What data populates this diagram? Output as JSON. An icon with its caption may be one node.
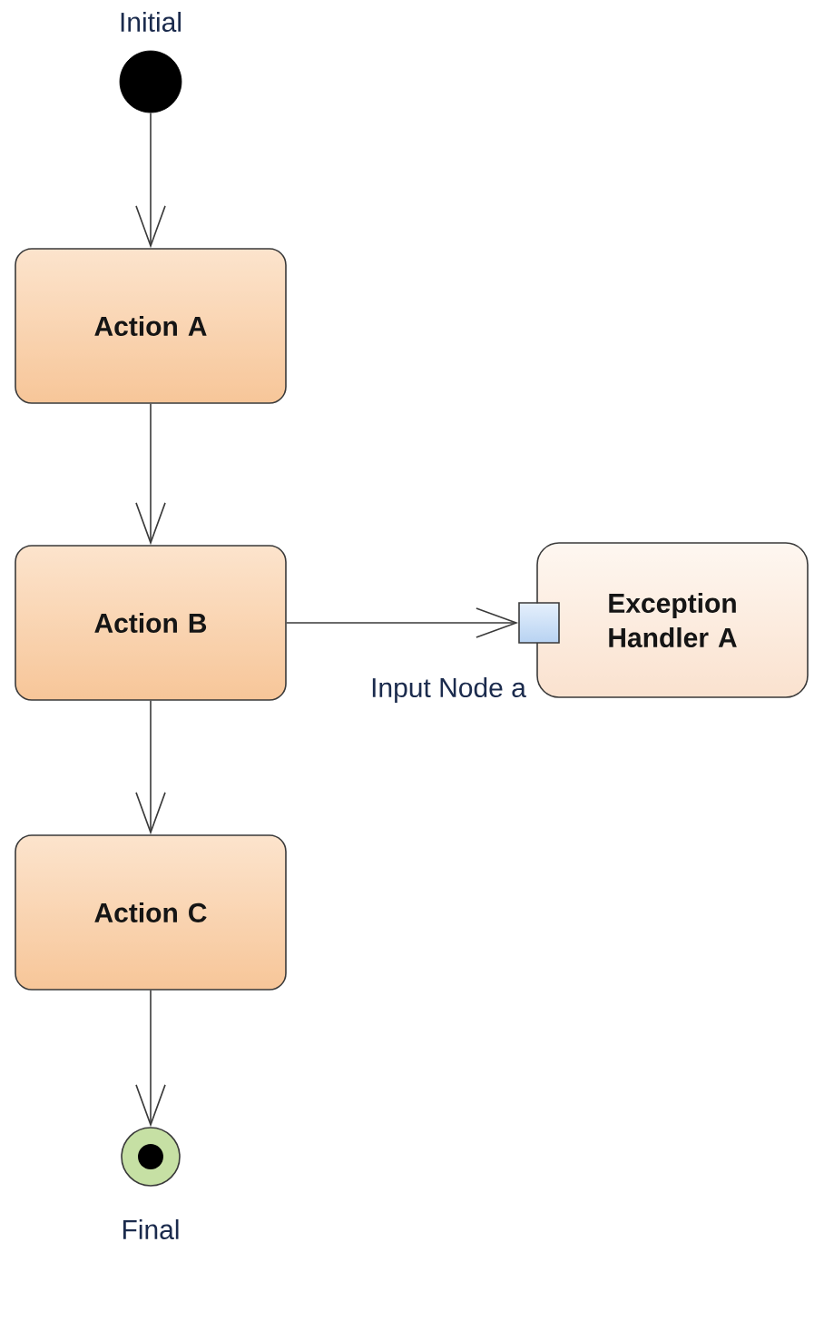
{
  "diagram": {
    "nodes": [
      {
        "text": [],
        "shape": "circle",
        "beside": [
          "Initial"
        ]
      },
      {
        "text": [
          "Action A"
        ]
      },
      {
        "text": [
          "Action B"
        ]
      },
      {
        "text": [
          "Exception Handler A"
        ]
      },
      {
        "text": [],
        "shape": "box"
      },
      {
        "text": [
          "Action C"
        ]
      },
      {
        "text": [],
        "shape": "circle",
        "beside": [
          "Final"
        ]
      }
    ],
    "edges": [
      {
        "from": 0,
        "to": 1,
        "arrow": "to"
      },
      {
        "from": 1,
        "to": 2,
        "arrow": "to"
      },
      {
        "from": 2,
        "to": 4,
        "arrow": "to"
      },
      {
        "from": 2,
        "to": 5,
        "arrow": "to"
      },
      {
        "from": 5,
        "to": 6,
        "arrow": "to"
      }
    ],
    "labels": [
      "Input Node a"
    ]
  }
}
